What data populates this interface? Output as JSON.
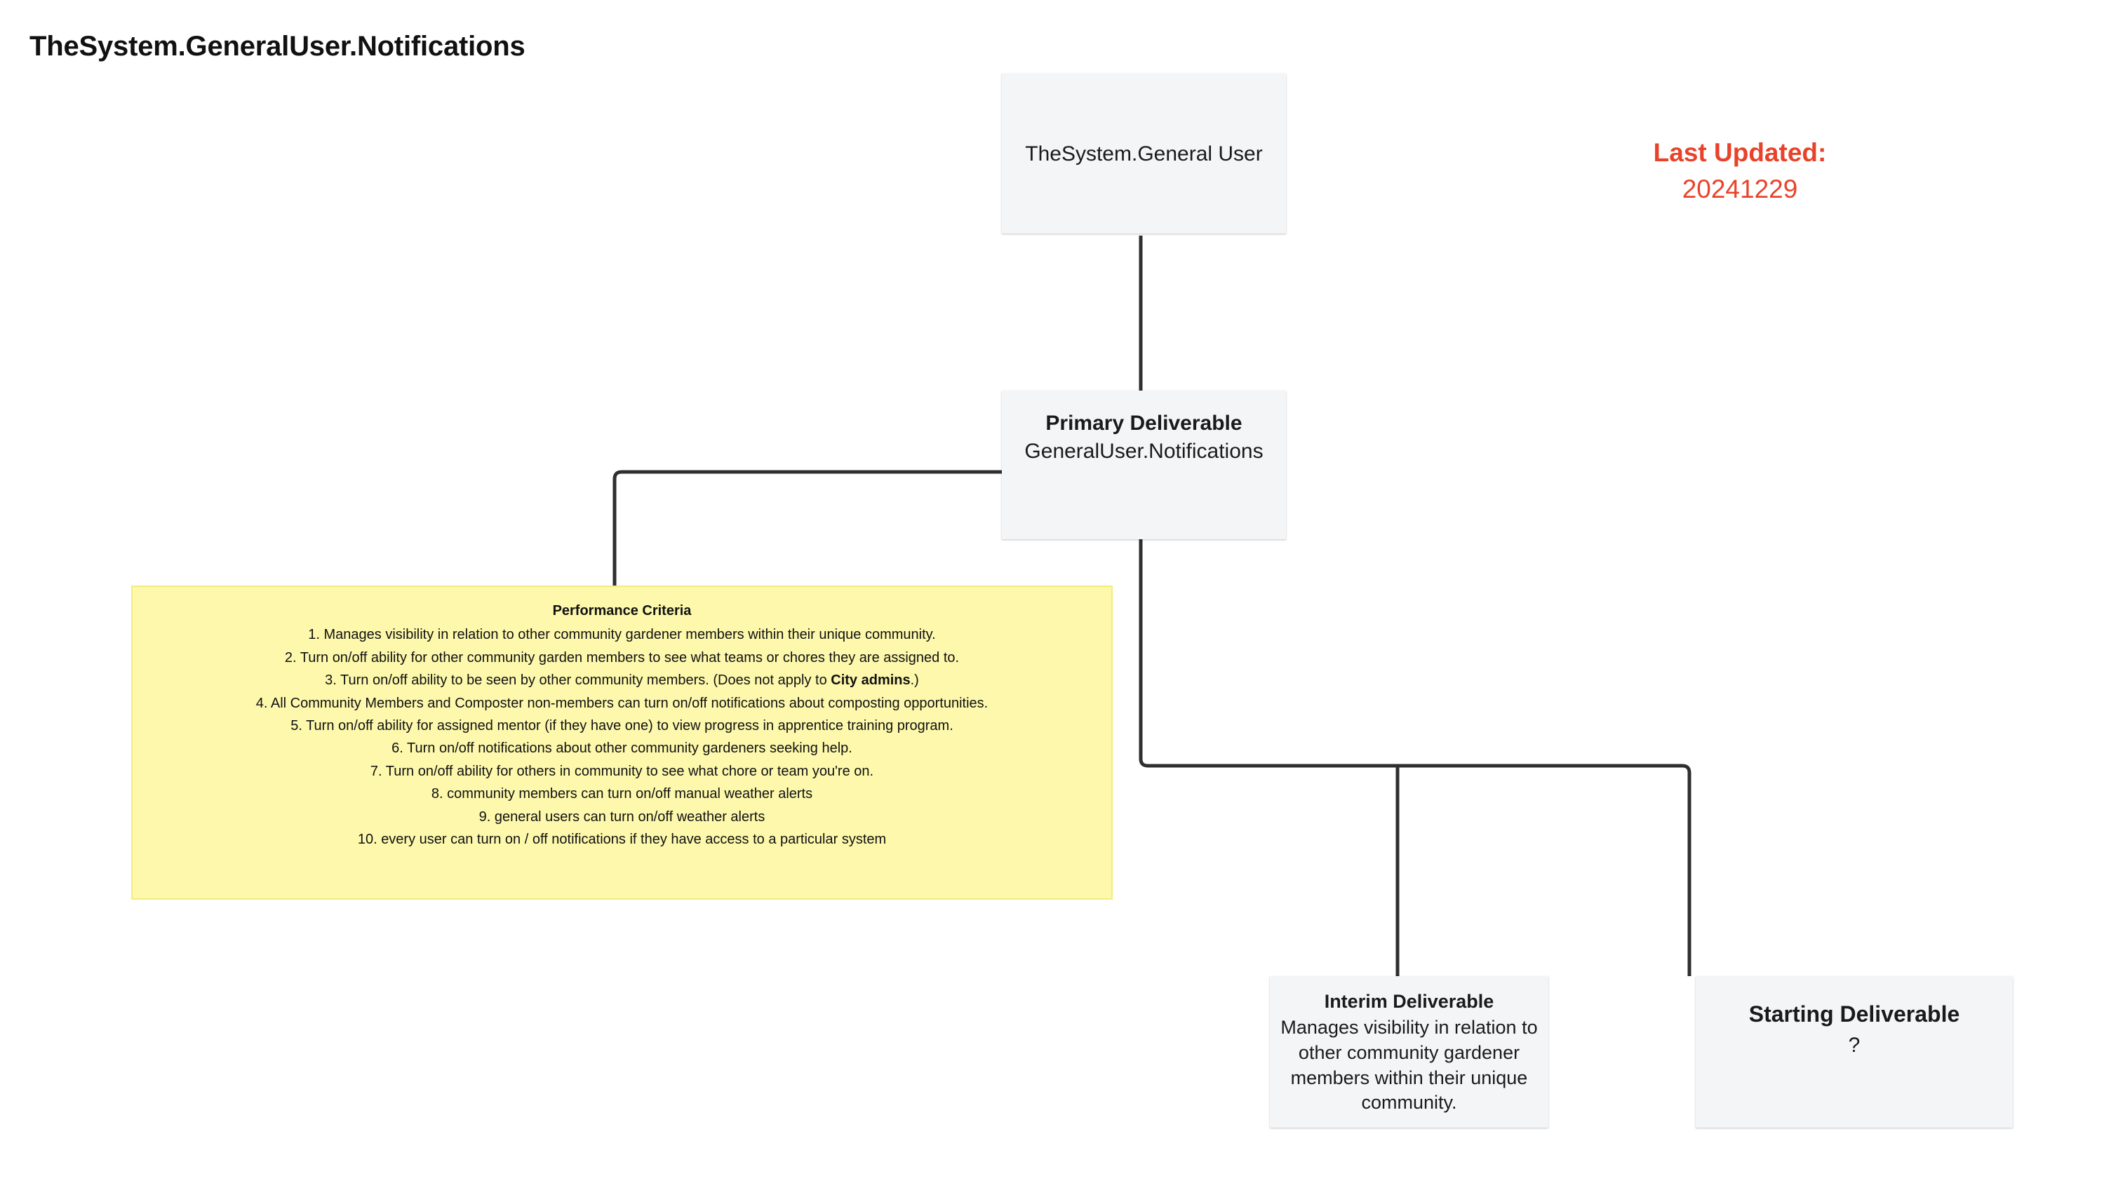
{
  "page": {
    "title": "TheSystem.GeneralUser.Notifications"
  },
  "last_updated": {
    "label": "Last Updated:",
    "value": "20241229",
    "color": "#e8432a"
  },
  "nodes": {
    "root": {
      "text": "TheSystem.General User"
    },
    "primary": {
      "title": "Primary Deliverable",
      "body": "GeneralUser.Notifications"
    },
    "interim": {
      "title": "Interim Deliverable",
      "body": "Manages visibility in relation to other community gardener members within their unique community."
    },
    "starting": {
      "title": "Starting Deliverable",
      "body": "?"
    }
  },
  "criteria": {
    "heading": "Performance Criteria",
    "background_color": "#fdf8ab",
    "items": [
      "1. Manages visibility in relation to other community gardener members within their unique community.",
      "2. Turn on/off ability for other community garden members to see what teams or chores they are assigned to.",
      "3. Turn on/off ability to be seen by other community members. (Does not apply to City admins.)",
      "4. All Community Members and Composter non-members can turn on/off notifications about composting opportunities.",
      "5. Turn on/off ability for assigned mentor (if they have one) to view progress in apprentice training program.",
      "6. Turn on/off notifications about other community gardeners seeking help.",
      "7. Turn on/off ability for others in community to see what chore or team you're on.",
      "8. community members can turn on/off manual weather alerts",
      "9. general users can turn on/off weather alerts",
      "10. every user can turn on / off notifications if they have access to a particular system"
    ],
    "item_3_bold_segment": "City admins"
  }
}
